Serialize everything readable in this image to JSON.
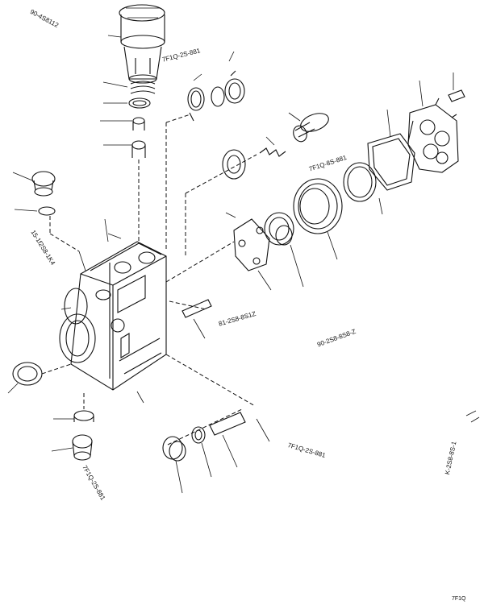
{
  "labels": {
    "top_left": "90-4S8112",
    "top_center": "7F1Q-2S-881",
    "left_middle": "15-1f2S8-1K4",
    "center_ref": "81-2S8-8S1Z",
    "right_top": "7F1Q-8S-881",
    "right_center": "90-2S8-8S8-Z",
    "bottom_center": "7F1Q-2S-881",
    "bottom_left": "7F1Q-2S-881",
    "right_side": "K-2S8-8S-1",
    "bottom_right": "7F1Q"
  }
}
